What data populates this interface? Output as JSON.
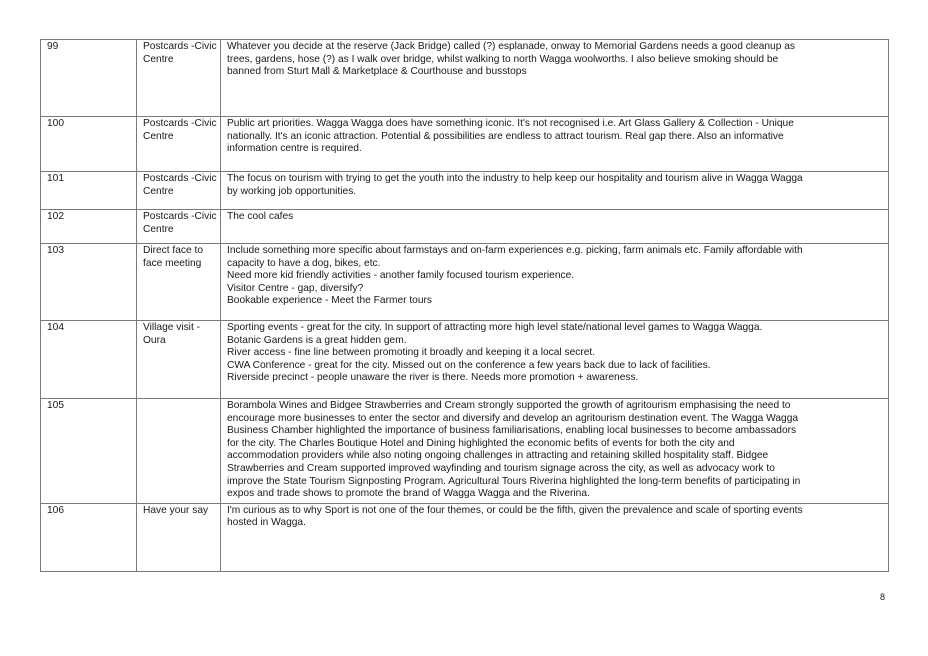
{
  "table": {
    "rows": [
      {
        "no": "99",
        "source_lines": [
          "Postcards -Civic",
          "Centre"
        ],
        "comment_lines": [
          "Whatever you decide at the reserve (Jack Bridge) called (?) esplanade, onway to Memorial Gardens needs a good cleanup as",
          "trees, gardens, hose (?) as I walk over bridge, whilst walking to north Wagga woolworths. I also believe smoking should be",
          "banned from Sturt Mall & Marketplace & Courthouse and busstops"
        ]
      },
      {
        "no": "100",
        "source_lines": [
          "Postcards -Civic",
          "Centre"
        ],
        "comment_lines": [
          "Public art priorities. Wagga Wagga does have something iconic. It's not recognised i.e. Art Glass Gallery & Collection - Unique",
          "nationally. It's an iconic attraction. Potential & possibilities are endless to attract tourism. Real gap there. Also an informative",
          "information centre is required."
        ]
      },
      {
        "no": "101",
        "source_lines": [
          "Postcards -Civic",
          "Centre"
        ],
        "comment_lines": [
          "The focus on tourism with trying to get the youth into the industry to help keep our hospitality and tourism alive in Wagga Wagga",
          "by working job opportunities."
        ]
      },
      {
        "no": "102",
        "source_lines": [
          "Postcards -Civic",
          "Centre"
        ],
        "comment_lines": [
          "The cool cafes"
        ]
      },
      {
        "no": "103",
        "source_lines": [
          "Direct face to",
          "face meeting"
        ],
        "comment_lines": [
          "Include something more specific about farmstays and on-farm experiences e.g. picking, farm animals etc. Family affordable with",
          "capacity to have a dog, bikes, etc.",
          "Need more kid friendly activities - another family focused tourism experience.",
          "Visitor Centre - gap, diversify?",
          "Bookable experience - Meet the Farmer tours"
        ]
      },
      {
        "no": "104",
        "source_lines": [
          "Village visit -",
          "Oura"
        ],
        "comment_lines": [
          "Sporting events - great for the city. In support of attracting more high level state/national level games to Wagga Wagga.",
          "Botanic Gardens is a great hidden gem.",
          "River access - fine line between promoting it broadly and keeping it a local secret.",
          "CWA Conference - great for the city. Missed out on the conference a few years back due to lack of facilities.",
          "Riverside precinct - people unaware the river is there. Needs more promotion + awareness."
        ]
      },
      {
        "no": "105",
        "source_lines": [],
        "comment_lines": [
          "Borambola Wines and Bidgee Strawberries and Cream strongly supported the growth of agritourism emphasising the need to",
          "encourage more businesses to enter the sector and diversify and develop an agritourism destination event. The Wagga Wagga",
          "Business Chamber highlighted the importance of business familiarisations, enabling local businesses to become ambassadors",
          "for the city. The Charles Boutique Hotel and Dining highlighted the economic befits of events for both the city and",
          "accommodation providers while also noting ongoing challenges in attracting and retaining skilled hospitality staff. Bidgee",
          "Strawberries and Cream supported improved wayfinding and tourism signage across the city, as well as advocacy work to",
          "improve the State Tourism Signposting Program. Agricultural Tours Riverina highlighted the long-term benefits of participating in",
          "expos and trade shows to promote the brand of Wagga Wagga and the Riverina."
        ]
      },
      {
        "no": "106",
        "source_lines": [
          "Have your say"
        ],
        "comment_lines": [
          "I'm curious as to why Sport is not one of the four themes, or could be the fifth, given the prevalence and scale of sporting events",
          "hosted in Wagga."
        ]
      }
    ]
  },
  "page_number": "8"
}
